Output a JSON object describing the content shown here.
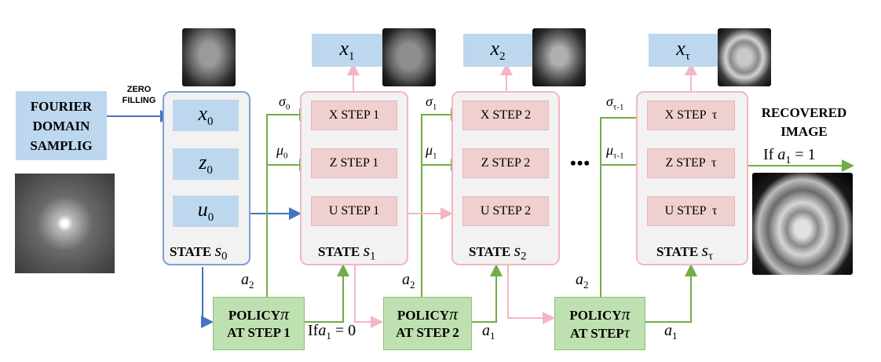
{
  "sampling_box": {
    "line1": "FOURIER",
    "line2": "DOMAIN",
    "line3": "SAMPLIG"
  },
  "zero_filling": {
    "line1": "ZERO",
    "line2": "FILLING"
  },
  "state0": {
    "vars": [
      "x",
      "z",
      "u"
    ],
    "subscript": "0",
    "label": "STATE",
    "symbol": "s",
    "symbol_sub": "0"
  },
  "states": [
    {
      "label": "STATE",
      "symbol": "s",
      "symbol_sub": "1",
      "steps": [
        "X STEP 1",
        "Z STEP 1",
        "U STEP 1"
      ],
      "output_var": "x",
      "output_sub": "1"
    },
    {
      "label": "STATE",
      "symbol": "s",
      "symbol_sub": "2",
      "steps": [
        "X STEP 2",
        "Z STEP 2",
        "U STEP 2"
      ],
      "output_var": "x",
      "output_sub": "2"
    },
    {
      "label": "STATE",
      "symbol": "s",
      "symbol_sub": "τ",
      "steps": [
        "X STEP  τ",
        "Z STEP  τ",
        "U STEP  τ"
      ],
      "output_var": "x",
      "output_sub": "τ"
    }
  ],
  "params": [
    {
      "sigma": "σ",
      "sigma_sub": "0",
      "mu": "μ",
      "mu_sub": "0"
    },
    {
      "sigma": "σ",
      "sigma_sub": "1",
      "mu": "μ",
      "mu_sub": "1"
    },
    {
      "sigma": "σ",
      "sigma_sub": "τ-1",
      "mu": "μ",
      "mu_sub": "τ-1"
    }
  ],
  "policies": [
    {
      "line1": "POLICY",
      "pi": "π",
      "line2": "AT STEP 1"
    },
    {
      "line1": "POLICY",
      "pi": "π",
      "line2": "AT STEP 2"
    },
    {
      "line1": "POLICY",
      "pi": "π",
      "line2": "AT STEP",
      "tau": "τ"
    }
  ],
  "action": {
    "a": "a",
    "sub1": "1",
    "sub2": "2"
  },
  "cond_continue": {
    "prefix": "If",
    "a": "a",
    "sub": "1",
    "eq": "= 0"
  },
  "cond_stop": {
    "prefix": "If",
    "a": "a",
    "sub": "1",
    "eq": "= 1"
  },
  "ellipsis": "•••",
  "recovered": {
    "line1": "RECOVERED",
    "line2": "IMAGE"
  },
  "colors": {
    "blue_flow": "#4472c4",
    "green_flow": "#70ad47",
    "pink_flow": "#f4b6c2",
    "state0_border": "#7f9fd6",
    "state_border": "#f4b6c2"
  }
}
